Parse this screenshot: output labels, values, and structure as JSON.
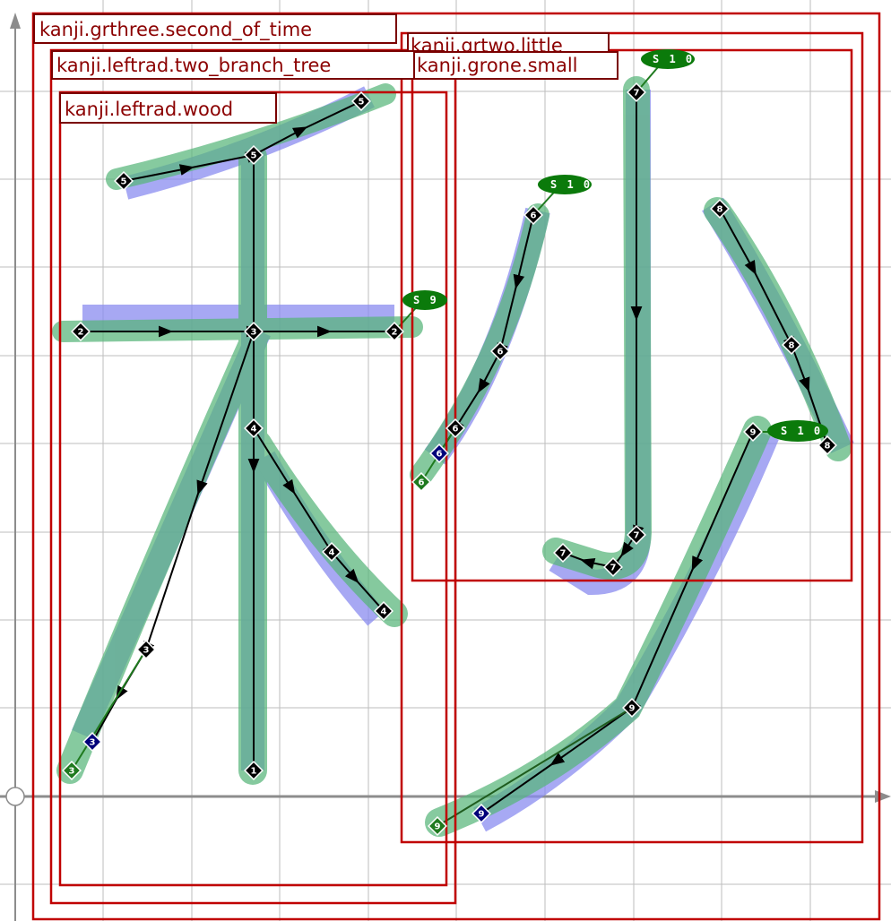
{
  "labels": {
    "grthree": "kanji.grthree.second_of_time",
    "grtwo": "kanji.grtwo.little",
    "leftrad_tree": "kanji.leftrad.two_branch_tree",
    "grone": "kanji.grone.small",
    "leftrad_wood": "kanji.leftrad.wood"
  },
  "tags": {
    "s9": "S 9",
    "s10a": "S 1 0",
    "s10b": "S 1 0",
    "s10c": "S 1 0"
  },
  "colors": {
    "green_stroke": "#57b57a",
    "blue_stroke": "#8a8cf0",
    "box": "#c00000",
    "label_text": "#8b0000",
    "node_black": "#000000",
    "node_blue": "#00007a",
    "node_green": "#1f7a1f"
  }
}
